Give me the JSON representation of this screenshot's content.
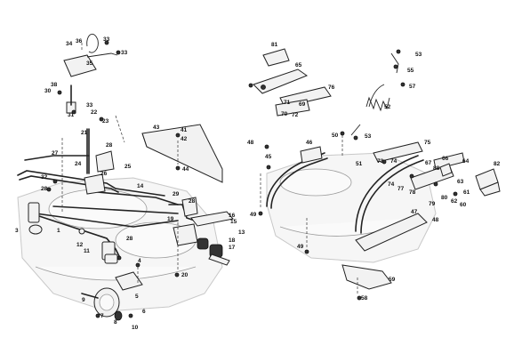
{
  "colors": {
    "line": "#222222",
    "paper": "#ffffff",
    "deck": "#f6f6f6"
  },
  "callouts": {
    "c1": "1",
    "c3": "3",
    "c4": "4",
    "c5": "5",
    "c6": "6",
    "c7": "7",
    "c8": "8",
    "c9": "9",
    "c10": "10",
    "c11": "11",
    "c12": "12",
    "c13": "13",
    "c14": "14",
    "c15": "15",
    "c16": "16",
    "c17": "17",
    "c18": "18",
    "c19": "19",
    "c20": "20",
    "c21": "21",
    "c22": "22",
    "c23": "23",
    "c24": "24",
    "c25": "25",
    "c26": "26",
    "c27": "27",
    "c28": "28",
    "c29": "29",
    "c30": "30",
    "c31": "31",
    "c32": "32",
    "c33": "33",
    "c34": "34",
    "c35": "35",
    "c36": "36",
    "c38": "38",
    "c41": "41",
    "c42": "42",
    "c43": "43",
    "c44": "44",
    "c45": "45",
    "c46": "46",
    "c47": "47",
    "c48": "48",
    "c49": "49",
    "c50": "50",
    "c51": "51",
    "c52": "52",
    "c53": "53",
    "c55": "55",
    "c57": "57",
    "c58": "58",
    "c59": "59",
    "c60": "60",
    "c61": "61",
    "c62": "62",
    "c63": "63",
    "c64": "64",
    "c65": "65",
    "c66": "66",
    "c67": "67",
    "c69": "69",
    "c70": "70",
    "c71": "71",
    "c72": "72",
    "c73": "73",
    "c74": "74",
    "c75": "75",
    "c76": "76",
    "c77": "77",
    "c78": "78",
    "c79": "79",
    "c80": "80",
    "c81": "81",
    "c82": "82",
    "c88": "88"
  }
}
